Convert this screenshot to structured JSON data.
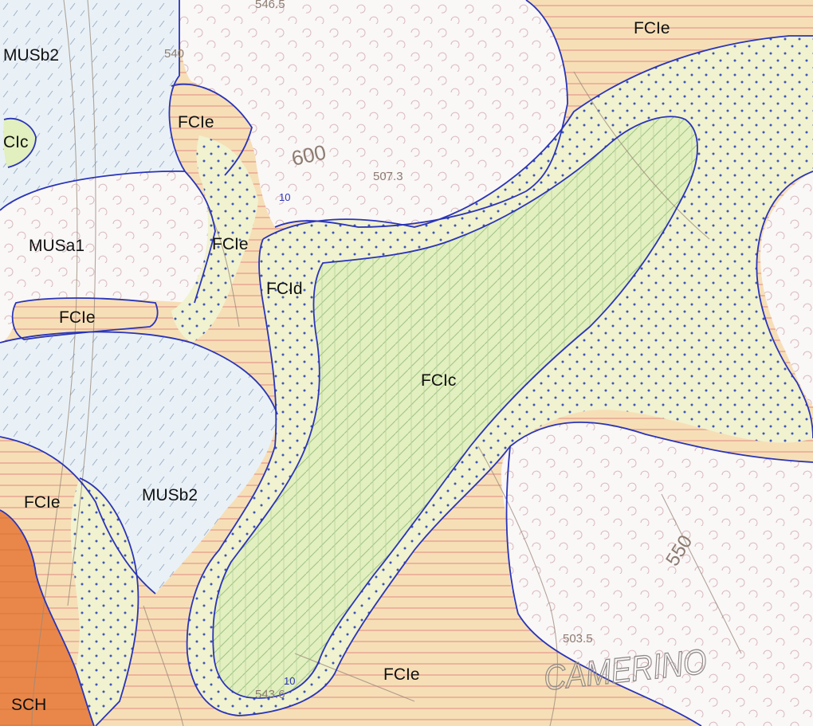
{
  "map": {
    "units": {
      "FCIe": {
        "label": "FCIe",
        "color": "#f6dfb7"
      },
      "FCIc": {
        "label": "FCIc",
        "color": "#e2efbe"
      },
      "FCId": {
        "label": "FCId",
        "color": "#f1f2cf"
      },
      "MUSa1": {
        "label": "MUSa1",
        "color": "#f9f6f6"
      },
      "MUSb2": {
        "label": "MUSb2",
        "color": "#e8f1f7"
      },
      "SCH": {
        "label": "SCH",
        "color": "#e9874a"
      }
    },
    "labels": [
      {
        "text": "FCIe"
      },
      {
        "text": "MUSb2"
      },
      {
        "text": "CIc"
      },
      {
        "text": "FCIe"
      },
      {
        "text": "MUSa1"
      },
      {
        "text": "FCIe"
      },
      {
        "text": "FCId"
      },
      {
        "text": "FCIe"
      },
      {
        "text": "FCIc"
      },
      {
        "text": "FCIe"
      },
      {
        "text": "MUSb2"
      },
      {
        "text": "FCIe"
      },
      {
        "text": "SCH"
      }
    ],
    "place_name": "CAMERINO",
    "elevations": [
      "600",
      "540",
      "507.3",
      "546.5",
      "543.6",
      "550",
      "503.5"
    ],
    "dip_values": [
      "10",
      "10"
    ],
    "boundary_color": "#2a34b8",
    "contour_color": "#9a8a7a"
  }
}
